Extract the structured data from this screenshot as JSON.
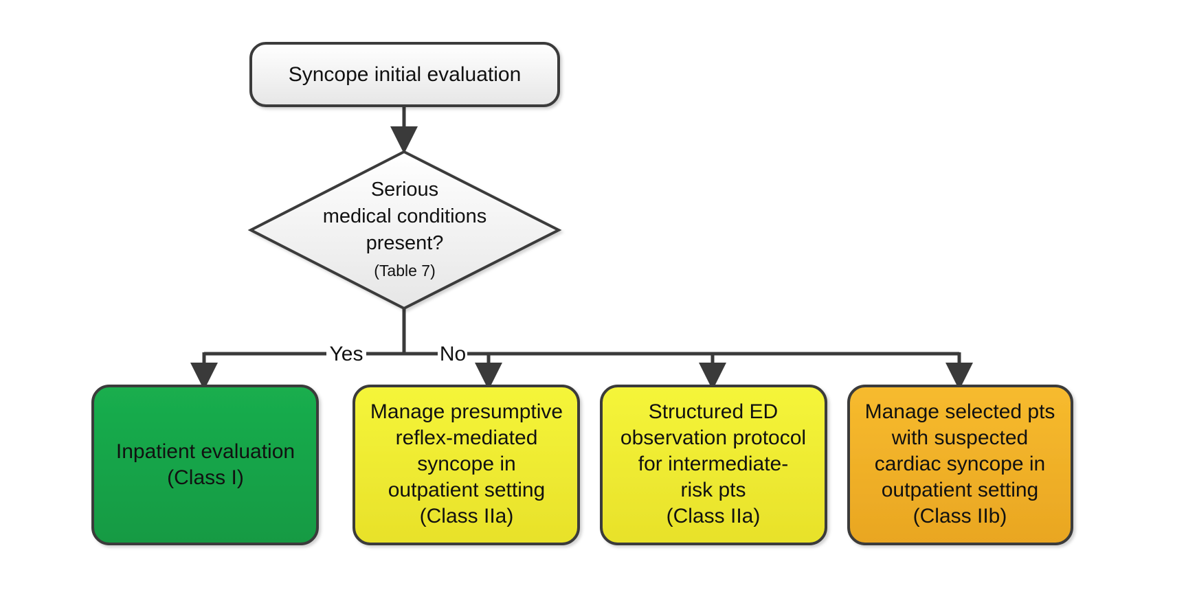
{
  "nodes": {
    "start": {
      "lines": [
        "Syncope initial evaluation"
      ],
      "fill": "#f2f2f2"
    },
    "decision": {
      "lines": [
        "Serious",
        "medical conditions",
        "present?"
      ],
      "note": "(Table 7)",
      "fill": "#f2f2f2"
    },
    "inpatient": {
      "lines": [
        "Inpatient evaluation",
        "(Class I)"
      ],
      "fill_top": "#1aae4e",
      "fill_bottom": "#139a43"
    },
    "reflex": {
      "lines": [
        "Manage presumptive",
        "reflex-mediated",
        "syncope in",
        "outpatient setting",
        "(Class IIa)"
      ],
      "fill_top": "#f5f53a",
      "fill_bottom": "#e8e12a"
    },
    "structured": {
      "lines": [
        "Structured ED",
        "observation protocol",
        "for intermediate-",
        "risk pts",
        "(Class IIa)"
      ],
      "fill_top": "#f5f53a",
      "fill_bottom": "#e8e12a"
    },
    "cardiac": {
      "lines": [
        "Manage selected pts",
        "with suspected",
        "cardiac syncope in",
        "outpatient setting",
        "(Class IIb)"
      ],
      "fill_top": "#f7bb2e",
      "fill_bottom": "#e9a622"
    }
  },
  "edges": {
    "yes_label": "Yes",
    "no_label": "No"
  },
  "colors": {
    "stroke": "#3a3a3a",
    "text": "#111111"
  }
}
